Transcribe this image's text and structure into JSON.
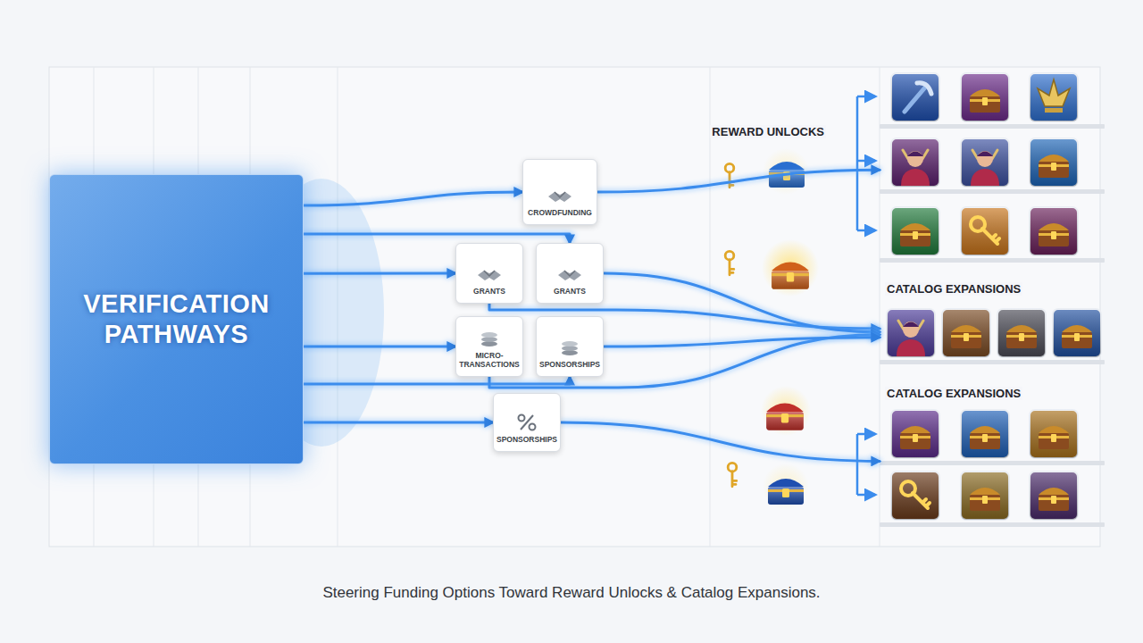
{
  "diagram": {
    "caption": "Steering Funding Options Toward Reward Unlocks & Catalog Expansions.",
    "nodes": [
      {
        "text": [
          "VERIFICATION PATHWAYS"
        ]
      },
      {
        "text": [
          "CROWDFUNDING"
        ]
      },
      {
        "text": [
          "GRANTS"
        ]
      },
      {
        "text": [
          "GRANTS"
        ]
      },
      {
        "text": [
          "MICRO-TRANSACTIONS"
        ]
      },
      {
        "text": [
          "SPONSORSHIPS"
        ]
      },
      {
        "text": [
          "SPONSORSHIPS"
        ]
      },
      {
        "text": [
          "REWARD UNLOCKS"
        ]
      },
      {
        "text": [
          "CATALOG EXPANSIONS"
        ]
      },
      {
        "text": [
          "CATALOG EXPANSIONS"
        ]
      }
    ],
    "edges": [
      {
        "from": 0,
        "to": 1,
        "arrow": "to"
      },
      {
        "from": 0,
        "to": 2,
        "arrow": "to"
      },
      {
        "from": 0,
        "to": 3,
        "arrow": "to"
      },
      {
        "from": 0,
        "to": 4,
        "arrow": "to"
      },
      {
        "from": 0,
        "to": 5,
        "arrow": "to"
      },
      {
        "from": 0,
        "to": 6,
        "arrow": "to"
      },
      {
        "from": 1,
        "to": 7,
        "arrow": "to"
      },
      {
        "from": 2,
        "to": 8,
        "arrow": "to"
      },
      {
        "from": 3,
        "to": 8,
        "arrow": "to"
      },
      {
        "from": 4,
        "to": 8,
        "arrow": "to"
      },
      {
        "from": 5,
        "to": 8,
        "arrow": "to"
      },
      {
        "from": 6,
        "to": 9,
        "arrow": "to"
      }
    ]
  }
}
